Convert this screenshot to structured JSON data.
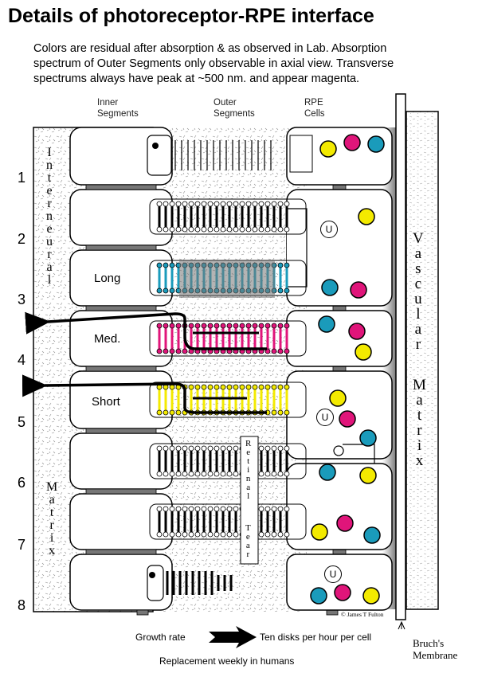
{
  "title": "Details of photoreceptor-RPE interface",
  "description": [
    "Colors are residual after absorption & as observed in Lab.   Absorption",
    "spectrum of Outer Segments only observable in axial view.   Transverse",
    "spectrums always have peak at  ~500 nm.  and appear magenta."
  ],
  "columns": {
    "inner": [
      "Inner",
      "Segments"
    ],
    "outer": [
      "Outer",
      "Segments"
    ],
    "rpe": [
      "RPE",
      "Cells"
    ]
  },
  "rows": [
    "1",
    "2",
    "3",
    "4",
    "5",
    "6",
    "7",
    "8"
  ],
  "labels": {
    "interneural": "Interneural",
    "matrix_left": "Matrix",
    "vascular": "Vascular",
    "matrix_right": "Matrix",
    "retinal": "Retinal",
    "tear": "Tear",
    "long": "Long",
    "med": "Med.",
    "short": "Short",
    "u": "U"
  },
  "credit": "© James T Fulton",
  "footer": {
    "growth": "Growth rate",
    "ten_disks": "Ten disks per hour per cell",
    "replacement": "Replacement weekly in humans",
    "bruch_1": "Bruch's",
    "bruch_2": "Membrane"
  },
  "colors": {
    "cyan": "#1a9bbb",
    "magenta": "#e0157a",
    "yellow": "#f3ea00"
  }
}
